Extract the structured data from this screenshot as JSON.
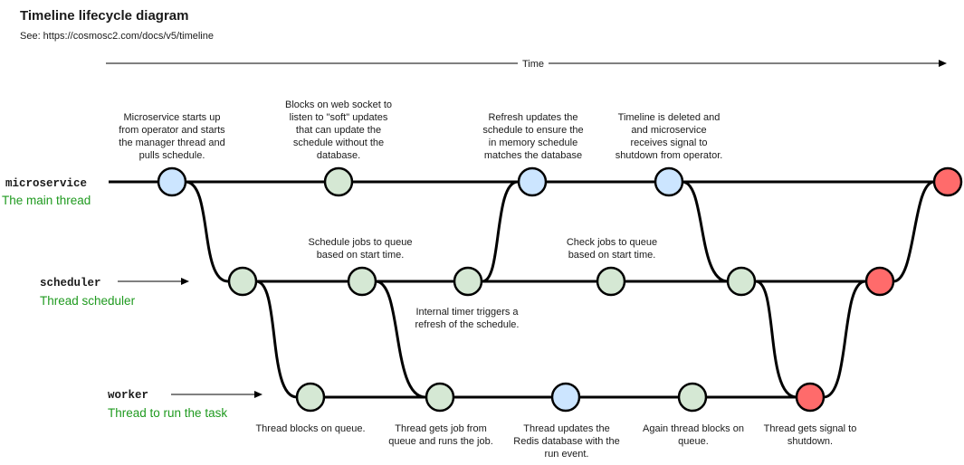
{
  "header": {
    "title": "Timeline lifecycle diagram",
    "subtitle": "See: https://cosmosc2.com/docs/v5/timeline"
  },
  "time_axis": {
    "label": "Time"
  },
  "threads": {
    "microservice": {
      "name": "microservice",
      "desc": "The main thread"
    },
    "scheduler": {
      "name": "scheduler",
      "desc": "Thread scheduler"
    },
    "worker": {
      "name": "worker",
      "desc": "Thread to run the task"
    }
  },
  "colors": {
    "blue": "#cce5ff",
    "green": "#d5e8d4",
    "red": "#ff6b6b"
  },
  "notes": {
    "ms_start": [
      "Microservice starts up",
      "from operator and starts",
      "the manager thread and",
      "pulls schedule."
    ],
    "ms_blocks": [
      "Blocks on web socket to",
      "listen to \"soft\" updates",
      "that can update the",
      "schedule without the",
      "database."
    ],
    "ms_refresh": [
      "Refresh updates the",
      "schedule to ensure the",
      "in memory schedule",
      "matches the database"
    ],
    "ms_deleted": [
      "Timeline is deleted and",
      "and microservice",
      "receives signal to",
      "shutdown from operator."
    ],
    "sch_schedule": [
      "Schedule jobs to queue",
      "based on start time."
    ],
    "sch_check": [
      "Check jobs to queue",
      "based on start time."
    ],
    "sch_timer": [
      "Internal timer triggers a",
      "refresh of the schedule."
    ],
    "wk_blocks": [
      "Thread blocks on queue."
    ],
    "wk_gets": [
      "Thread gets job from",
      "queue and runs the job."
    ],
    "wk_updates": [
      "Thread updates the",
      "Redis database with the",
      "run event."
    ],
    "wk_again": [
      "Again thread blocks on",
      "queue."
    ],
    "wk_signal": [
      "Thread gets signal to",
      "shutdown."
    ]
  }
}
